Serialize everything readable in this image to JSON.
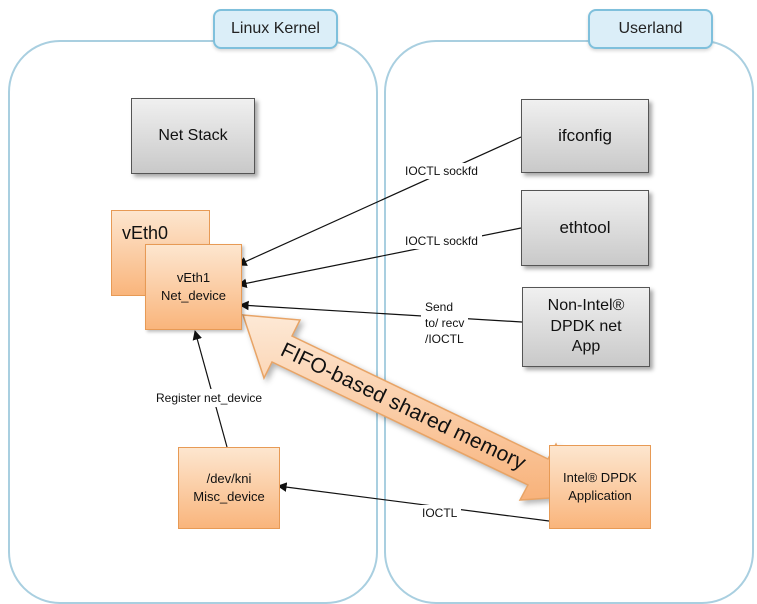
{
  "regions": {
    "kernel_label": "Linux Kernel",
    "user_label": "Userland"
  },
  "nodes": {
    "net_stack": "Net Stack",
    "ifconfig": "ifconfig",
    "ethtool": "ethtool",
    "non_intel_app": "Non-Intel®\nDPDK net\nApp",
    "veth0": "vEth0",
    "veth1": "vEth1\nNet_device",
    "dev_kni": "/dev/kni\nMisc_device",
    "intel_app": "Intel® DPDK\nApplication"
  },
  "edges": {
    "ifconfig_label": "IOCTL sockfd",
    "ethtool_label": "IOCTL sockfd",
    "send_label": "Send\nto/ recv\n/IOCTL",
    "register_label": "Register net_device",
    "ioctl_label": "IOCTL"
  },
  "shared_memory_label": "FIFO-based shared memory",
  "colors": {
    "region_border": "#a9cfe0",
    "tag_fill": "#dbeef8",
    "orange_fill": "#f9b57c",
    "gray_fill": "#d4d4d4"
  }
}
